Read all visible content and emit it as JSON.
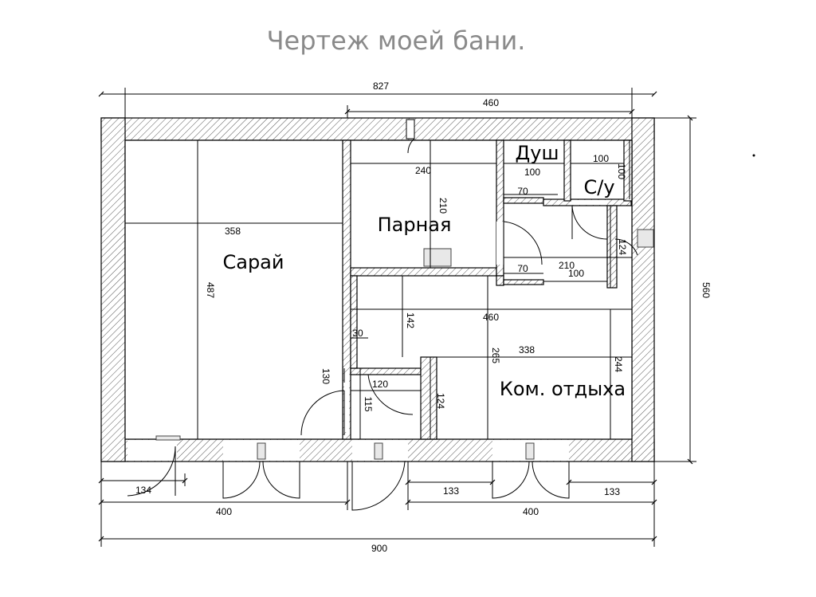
{
  "title": "Чертеж моей бани.",
  "rooms": {
    "saray": "Сарай",
    "parnaya": "Парная",
    "dush": "Душ",
    "su": "С/у",
    "kom_otdyha": "Ком. отдыха"
  },
  "dimensions": {
    "top_total": "827",
    "top_right": "460",
    "side_total": "560",
    "bottom_total": "900",
    "bottom_left": "400",
    "bottom_right": "400",
    "bottom_door_left": "134",
    "bottom_mid_133": "133",
    "bottom_right_133": "133",
    "saray_width": "358",
    "saray_height": "487",
    "parnaya_width": "240",
    "parnaya_height": "210",
    "dush_width": "100",
    "dush_70": "70",
    "su_width": "100",
    "su_height": "100",
    "corridor_70": "70",
    "corridor_210": "210",
    "corridor_100": "100",
    "corridor_124": "124",
    "rest_width": "460",
    "rest_142": "142",
    "rest_30": "30",
    "rest_338": "338",
    "rest_265": "265",
    "rest_244": "244",
    "vest_120": "120",
    "vest_130": "130",
    "vest_115": "115",
    "vest_124": "124"
  }
}
